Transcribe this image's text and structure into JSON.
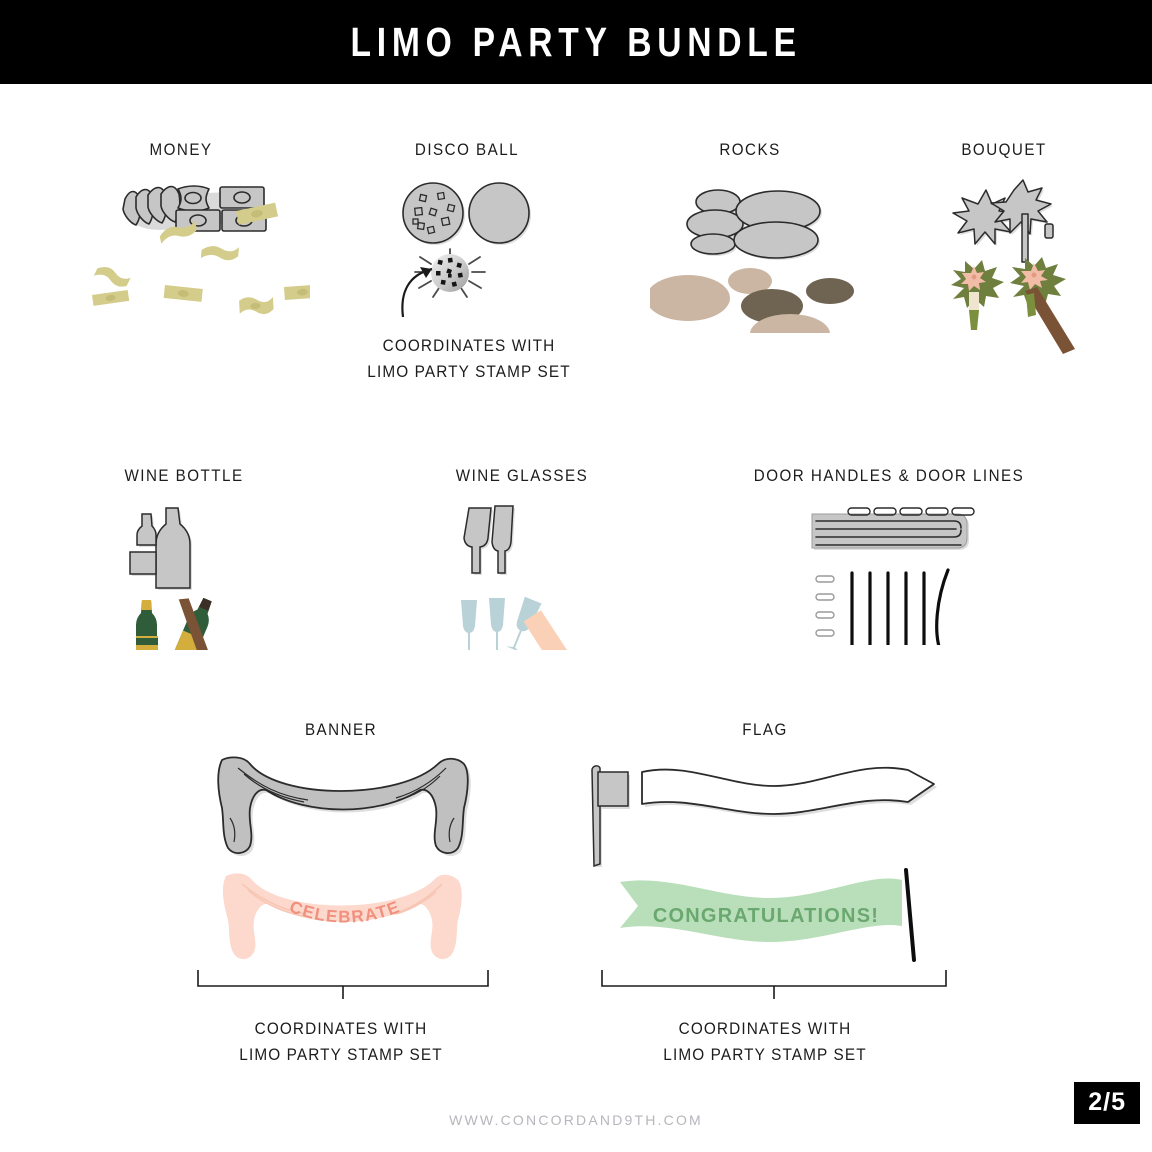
{
  "header": {
    "title": "LIMO PARTY BUNDLE"
  },
  "footer": {
    "url": "WWW.CONCORDAND9TH.COM"
  },
  "page_badge": {
    "text": "2/5"
  },
  "sections": [
    {
      "id": "money",
      "label": "MONEY"
    },
    {
      "id": "disco-ball",
      "label": "DISCO BALL",
      "note_line1": "COORDINATES WITH",
      "note_line2": "LIMO PARTY STAMP SET"
    },
    {
      "id": "rocks",
      "label": "ROCKS"
    },
    {
      "id": "bouquet",
      "label": "BOUQUET"
    },
    {
      "id": "wine-bottle",
      "label": "WINE BOTTLE"
    },
    {
      "id": "wine-glasses",
      "label": "WINE GLASSES"
    },
    {
      "id": "door-handles",
      "label": "DOOR HANDLES & DOOR LINES"
    },
    {
      "id": "banner",
      "label": "BANNER",
      "note_line1": "COORDINATES WITH",
      "note_line2": "LIMO PARTY STAMP SET",
      "sample_text": "CELEBRATE"
    },
    {
      "id": "flag",
      "label": "FLAG",
      "note_line1": "COORDINATES WITH",
      "note_line2": "LIMO PARTY STAMP SET",
      "sample_text": "CONGRATULATIONS!"
    }
  ],
  "colors": {
    "die_gray": "#c6c6c6",
    "die_outline": "#2b2b2b",
    "money_yellow": "#d4cc8a",
    "rock_light": "#cbb5a3",
    "rock_mid": "#b9a391",
    "rock_dark": "#6f6452",
    "foliage_green": "#6f7f3d",
    "flower_pink": "#f2bca6",
    "stem_brown": "#7a5235",
    "bottle_green": "#2f5d3a",
    "bottle_gold": "#d4ae3c",
    "glass_blue": "#b9d2d8",
    "skin_peach": "#fad1b6",
    "banner_pink": "#fcd9cc",
    "banner_pink_text": "#f0907f",
    "flag_green": "#b9dfba",
    "flag_green_text": "#6aa870",
    "black": "#000000",
    "footer_gray": "#b6b6bc"
  }
}
